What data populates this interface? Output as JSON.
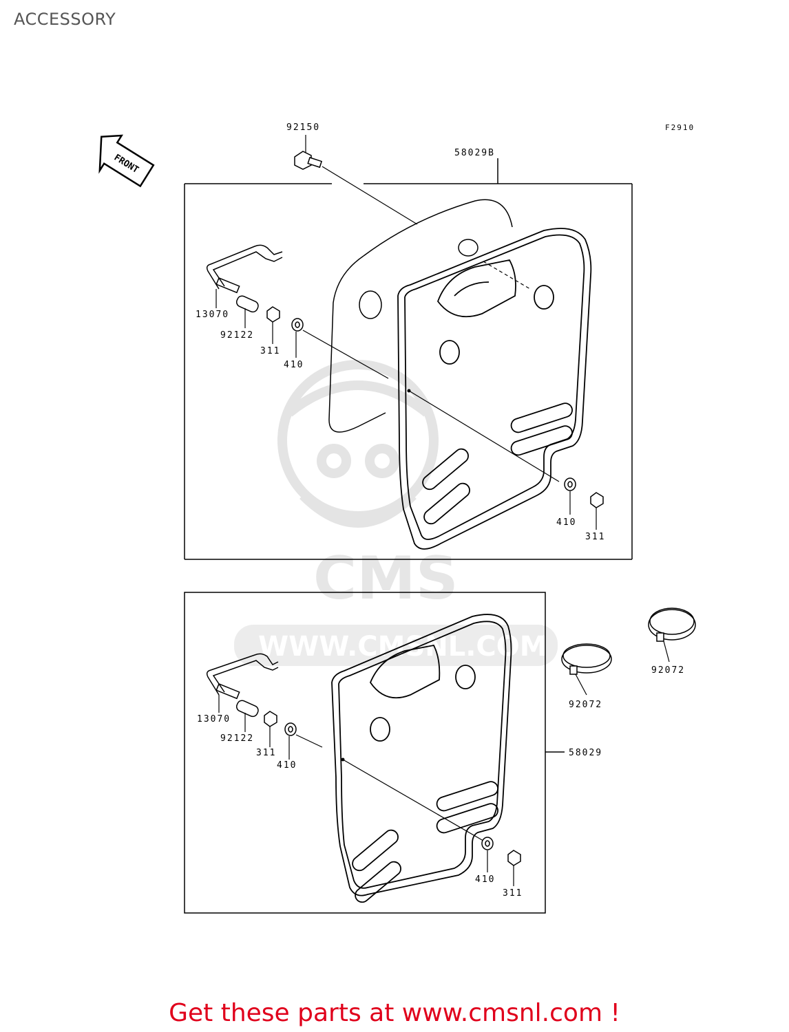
{
  "page": {
    "title": "ACCESSORY"
  },
  "diagram": {
    "figure_code": "F2910",
    "front_marker": "FRONT",
    "upper_assembly": {
      "kit_part": "58029B",
      "labels": [
        "92150",
        "13070",
        "92122",
        "311",
        "410",
        "410",
        "311"
      ]
    },
    "lower_assembly": {
      "kit_part": "58029",
      "labels": [
        "13070",
        "92122",
        "311",
        "410",
        "410",
        "311"
      ]
    },
    "loose_parts": [
      "92072",
      "92072"
    ],
    "watermark": {
      "brand": "CMS",
      "url": "WWW.CMSNL.COM"
    }
  },
  "promo": {
    "text": "Get these parts at www.cmsnl.com !",
    "color": "#e0001b"
  }
}
